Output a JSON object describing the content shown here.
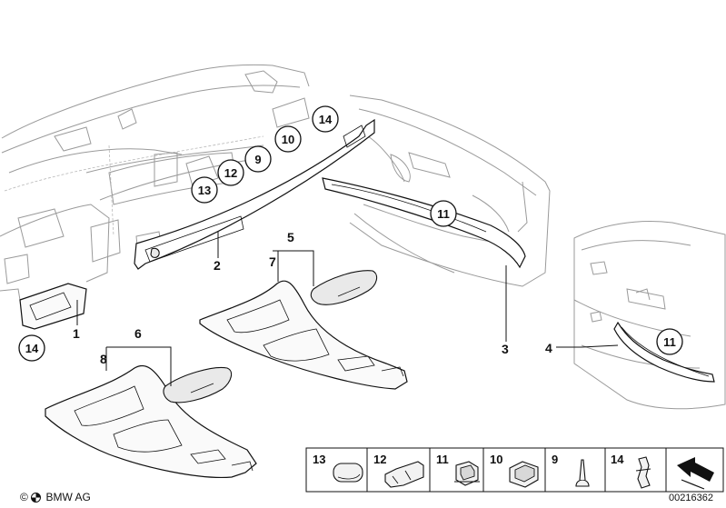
{
  "diagram": {
    "footer": {
      "copyright": "©",
      "brand": "BMW AG",
      "diagram_id": "00216362"
    },
    "callouts": [
      {
        "id": "callout-1",
        "label": "1"
      },
      {
        "id": "callout-2",
        "label": "2"
      },
      {
        "id": "callout-3",
        "label": "3"
      },
      {
        "id": "callout-4",
        "label": "4"
      },
      {
        "id": "callout-5",
        "label": "5"
      },
      {
        "id": "callout-6",
        "label": "6"
      },
      {
        "id": "callout-7",
        "label": "7"
      },
      {
        "id": "callout-8",
        "label": "8"
      }
    ],
    "circled": [
      {
        "id": "circle-14-dash",
        "label": "14"
      },
      {
        "id": "circle-10",
        "label": "10"
      },
      {
        "id": "circle-9",
        "label": "9"
      },
      {
        "id": "circle-12",
        "label": "12"
      },
      {
        "id": "circle-13",
        "label": "13"
      },
      {
        "id": "circle-11-front",
        "label": "11"
      },
      {
        "id": "circle-14-trim",
        "label": "14"
      },
      {
        "id": "circle-11-rear",
        "label": "11"
      }
    ],
    "legend": [
      {
        "id": "legend-13",
        "label": "13",
        "part": "cap-icon"
      },
      {
        "id": "legend-12",
        "label": "12",
        "part": "clip-bracket-icon"
      },
      {
        "id": "legend-11",
        "label": "11",
        "part": "square-clip-icon"
      },
      {
        "id": "legend-10",
        "label": "10",
        "part": "expanding-clip-icon"
      },
      {
        "id": "legend-9",
        "label": "9",
        "part": "push-pin-icon"
      },
      {
        "id": "legend-14",
        "label": "14",
        "part": "spring-clip-icon"
      }
    ]
  }
}
